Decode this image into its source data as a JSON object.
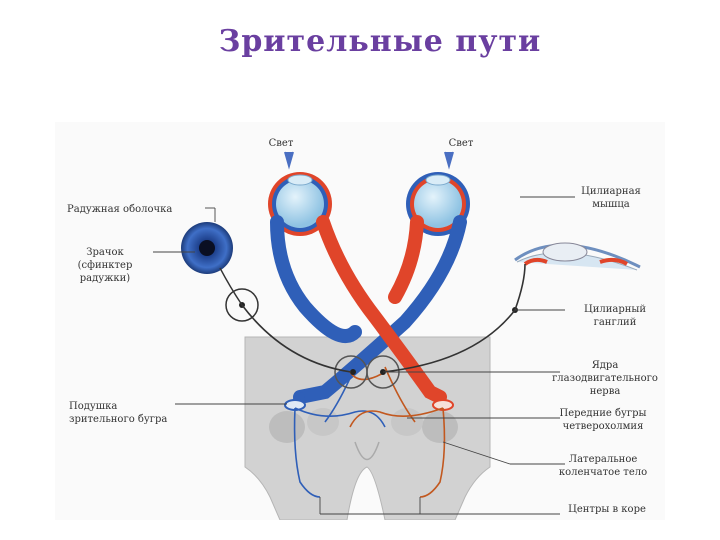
{
  "title": "Зрительные пути",
  "labels": {
    "light_left": "Свет",
    "light_right": "Свет",
    "iris": "Радужная оболочка",
    "pupil_1": "Зрачок",
    "pupil_2": "(сфинктер",
    "pupil_3": "радужки)",
    "ciliary_muscle_1": "Цилиарная",
    "ciliary_muscle_2": "мышца",
    "ciliary_ganglion_1": "Цилиарный",
    "ciliary_ganglion_2": "ганглий",
    "oculomotor_1": "Ядра",
    "oculomotor_2": "глазодвигательного",
    "oculomotor_3": "нерва",
    "pulvinar_1": "Подушка",
    "pulvinar_2": "зрительного бугра",
    "colliculi_1": "Передние бугры",
    "colliculi_2": "четверохолмия",
    "lgn_1": "Латеральное",
    "lgn_2": "коленчатое тело",
    "cortex": "Центры в коре"
  },
  "colors": {
    "title": "#6a3fa0",
    "nerve_blue": "#2f5fb8",
    "nerve_red": "#e0452a",
    "nerve_orange": "#c2581f",
    "brain_gray": "#d2d2d2",
    "eye_blue": "#a9d3ec"
  }
}
